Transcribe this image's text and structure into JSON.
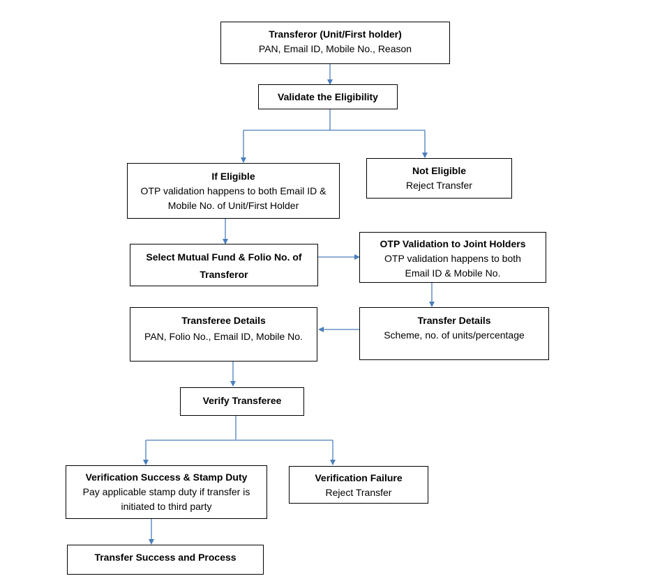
{
  "flowchart": {
    "transferor": {
      "title": "Transferor (Unit/First holder)",
      "detail": "PAN, Email ID, Mobile No., Reason"
    },
    "validate": {
      "title": "Validate the Eligibility"
    },
    "eligible": {
      "title": "If Eligible",
      "detail": "OTP validation happens to both Email ID & Mobile No. of Unit/First Holder"
    },
    "not_eligible": {
      "title": "Not Eligible",
      "detail": "Reject Transfer"
    },
    "select_fund": {
      "title": "Select Mutual Fund & Folio No. of Transferor"
    },
    "otp_joint": {
      "title": "OTP Validation to Joint Holders",
      "detail": "OTP validation happens to both Email ID & Mobile No."
    },
    "transfer_details": {
      "title": "Transfer Details",
      "detail": "Scheme, no. of units/percentage"
    },
    "transferee_details": {
      "title": "Transferee Details",
      "detail": "PAN, Folio No., Email ID, Mobile No."
    },
    "verify": {
      "title": "Verify Transferee"
    },
    "success": {
      "title": "Verification Success & Stamp Duty",
      "detail": "Pay applicable stamp duty if transfer is initiated to third party"
    },
    "failure": {
      "title": "Verification Failure",
      "detail": "Reject Transfer"
    },
    "final": {
      "title": "Transfer Success and Process"
    }
  },
  "colors": {
    "connector": "#4a7ebb",
    "border": "#000000"
  }
}
